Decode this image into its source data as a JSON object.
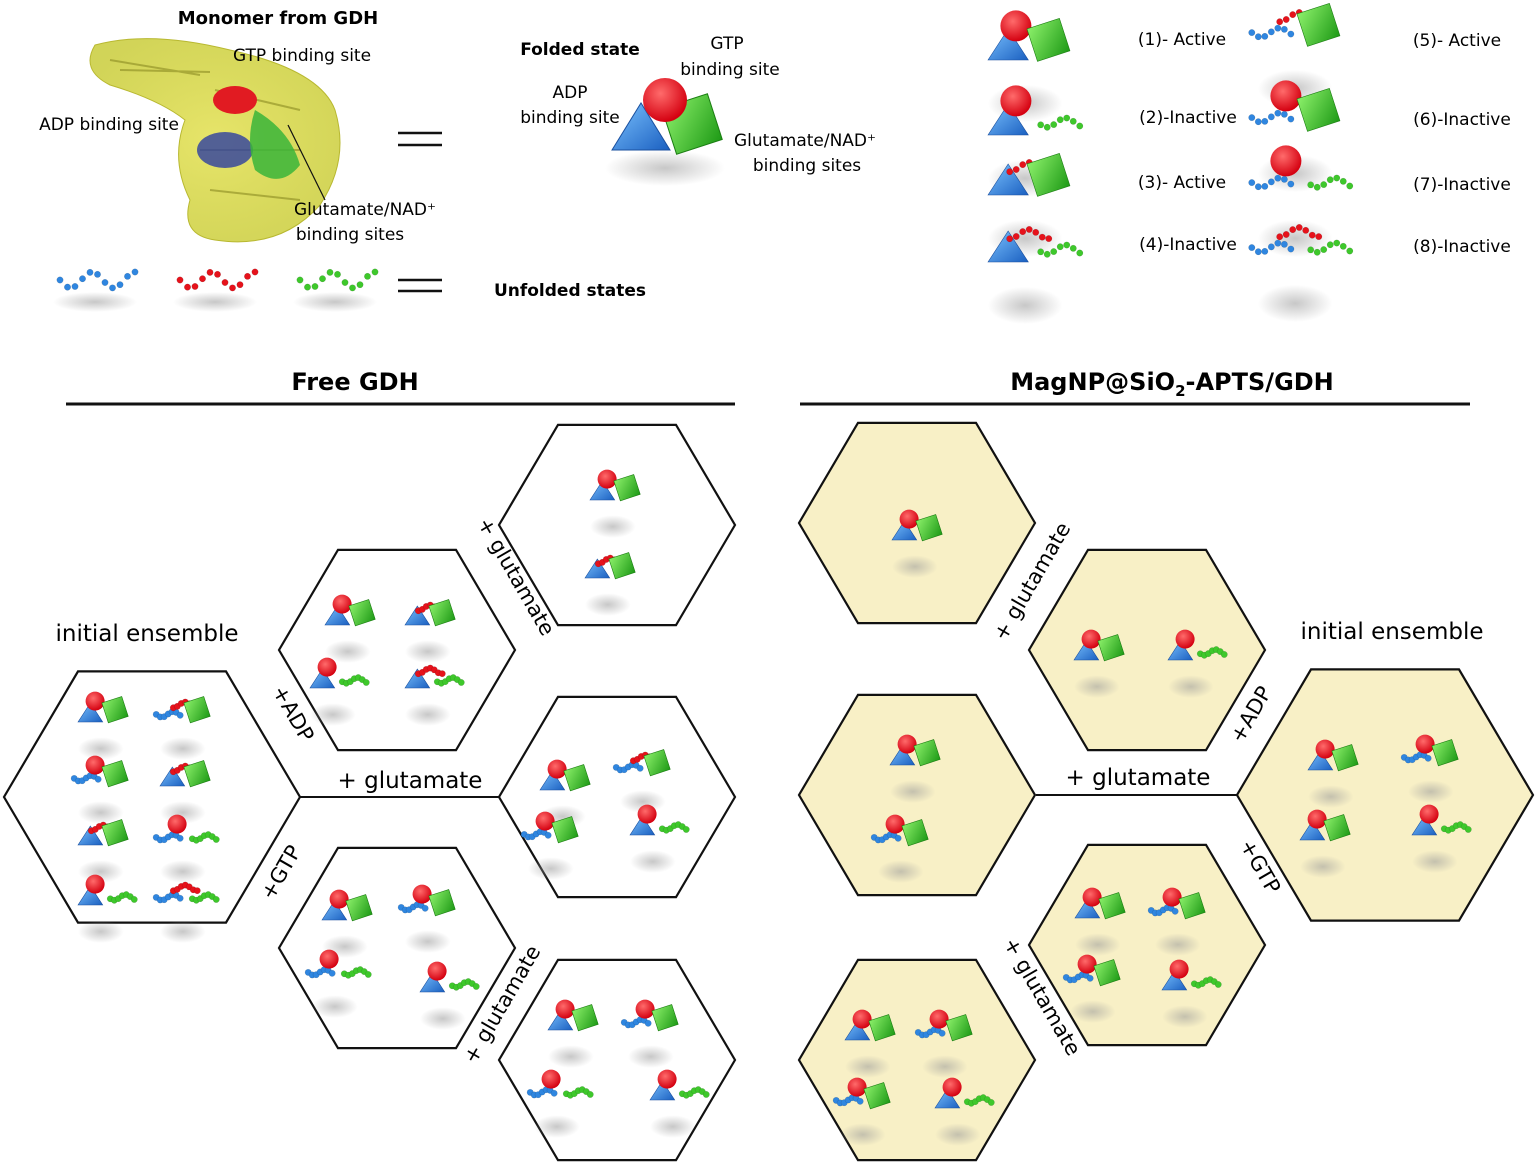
{
  "top": {
    "monomer_title": "Monomer from GDH",
    "gtp_site": "GTP binding site",
    "adp_site": "ADP binding site",
    "glu_site_1": "Glutamate/NAD⁺",
    "glu_site_2": "binding sites",
    "folded_state": "Folded state",
    "folded_gtp_1": "GTP",
    "folded_gtp_2": "binding site",
    "folded_adp_1": "ADP",
    "folded_adp_2": "binding site",
    "folded_glu_1": "Glutamate/NAD⁺",
    "folded_glu_2": "binding sites",
    "unfolded_states": "Unfolded states"
  },
  "states": [
    {
      "label": "(1)- Active"
    },
    {
      "label": "(2)-Inactive"
    },
    {
      "label": "(3)- Active"
    },
    {
      "label": "(4)-Inactive"
    },
    {
      "label": "(5)- Active"
    },
    {
      "label": "(6)-Inactive"
    },
    {
      "label": "(7)-Inactive"
    },
    {
      "label": "(8)-Inactive"
    }
  ],
  "panels": {
    "free_title": "Free GDH",
    "mag_title_pre": "MagNP@SiO",
    "mag_title_sub": "2",
    "mag_title_post": "-APTS/GDH"
  },
  "labels": {
    "initial_ensemble": "initial ensemble",
    "plus_adp": "+ADP",
    "plus_gtp": "+GTP",
    "plus_glutamate": "+ glutamate"
  },
  "colors": {
    "blue": "#2f86e0",
    "red": "#e6121b",
    "green": "#3ec82b",
    "hex_fill_mag": "#f8f0c6",
    "hex_fill_free": "#ffffff"
  }
}
